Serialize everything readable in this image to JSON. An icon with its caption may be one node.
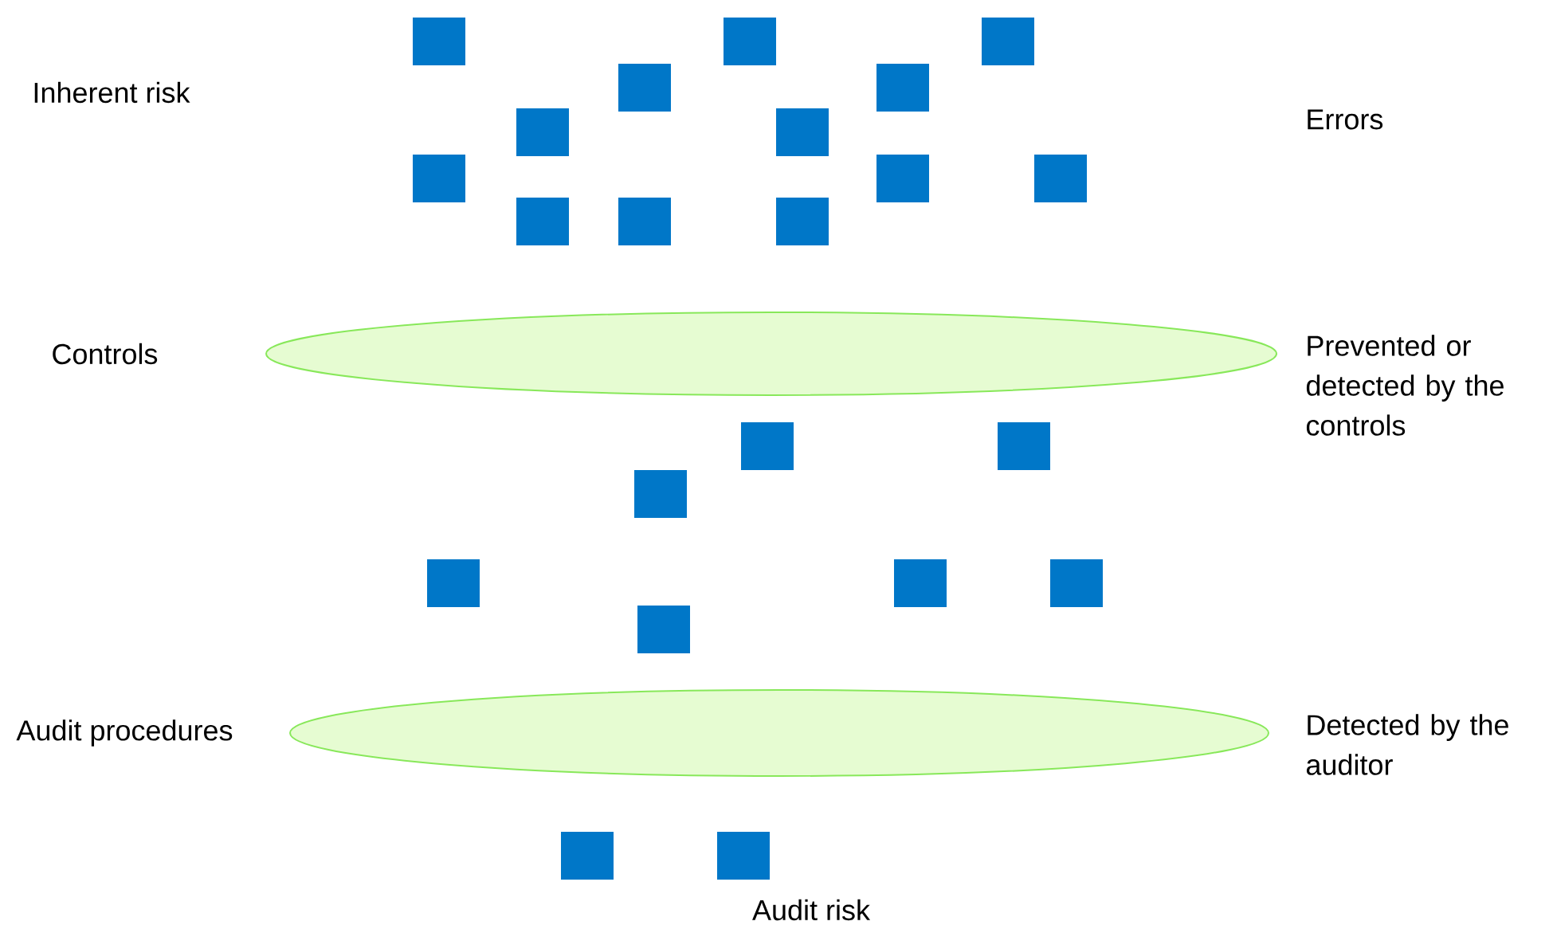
{
  "diagram": {
    "nodes": [
      {
        "text": [
          "Controls"
        ],
        "beside": [
          "Prevented or detected by the controls"
        ]
      },
      {
        "text": [
          "Audit procedures"
        ],
        "beside": [
          "Detected by the auditor"
        ]
      }
    ],
    "labels": [
      "Inherent risk",
      "Errors",
      "Audit risk"
    ]
  }
}
